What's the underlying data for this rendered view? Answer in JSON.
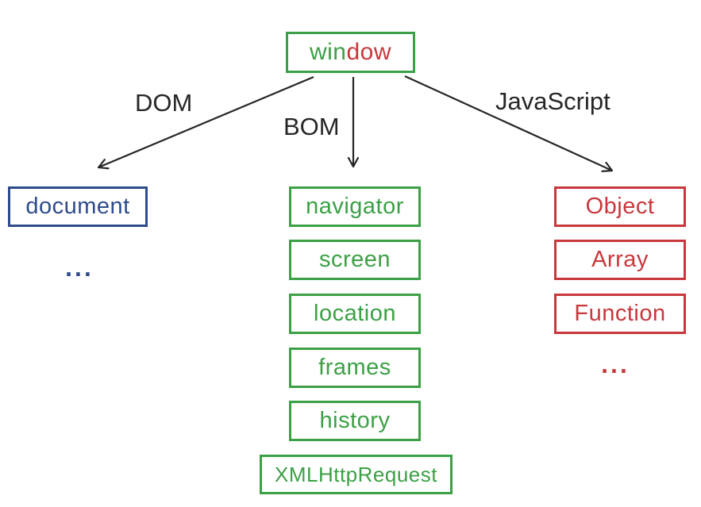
{
  "diagram": {
    "root_node": {
      "part_green": "win",
      "part_red": "dow"
    },
    "branches": {
      "dom_label": "DOM",
      "bom_label": "BOM",
      "js_label": "JavaScript"
    },
    "dom_column": {
      "nodes": [
        "document"
      ],
      "ellipsis": "..."
    },
    "bom_column": {
      "nodes": [
        "navigator",
        "screen",
        "location",
        "frames",
        "history",
        "XMLHttpRequest"
      ]
    },
    "js_column": {
      "nodes": [
        "Object",
        "Array",
        "Function"
      ],
      "ellipsis": "..."
    },
    "colors": {
      "green": "#3ca046",
      "red": "#c8383c",
      "blue": "#2e4c8c",
      "arrow": "#262626",
      "background": "#ffffff"
    }
  }
}
